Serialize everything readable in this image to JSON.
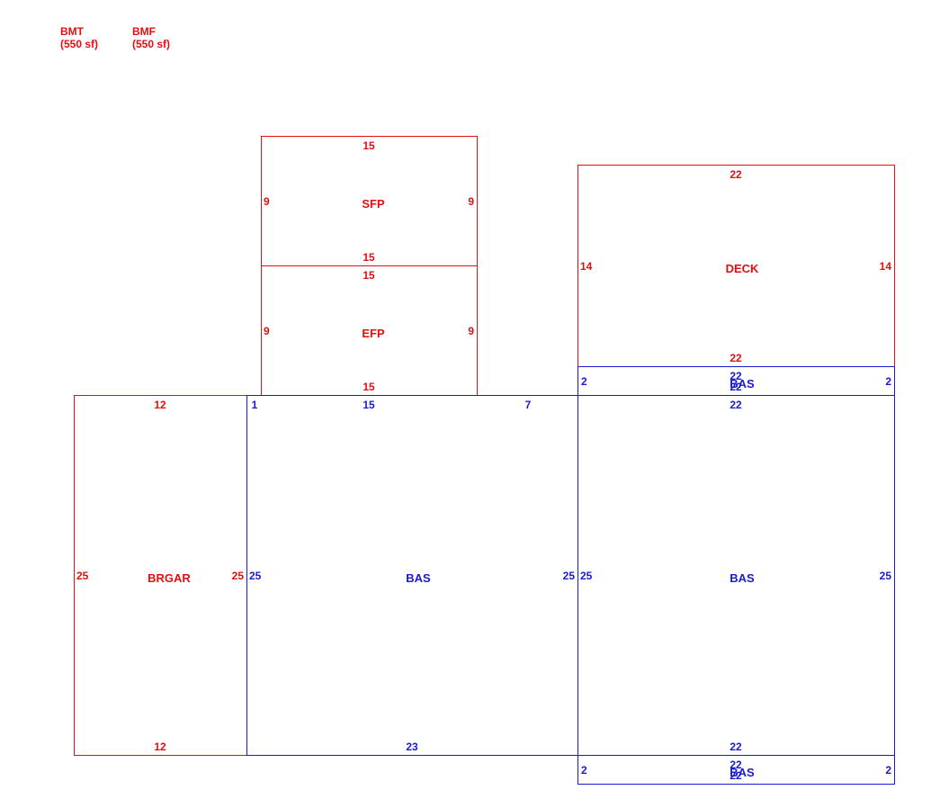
{
  "colors": {
    "red": "#e01010",
    "blue": "#1a1ad0"
  },
  "legend": [
    {
      "code": "BMT",
      "area": "(550 sf)",
      "color": "red"
    },
    {
      "code": "BMF",
      "area": "(550 sf)",
      "color": "red"
    }
  ],
  "areas": [
    {
      "id": "sfp",
      "label": "SFP",
      "color": "red",
      "dims": {
        "top": "15",
        "bottom": "15",
        "left": "9",
        "right": "9"
      }
    },
    {
      "id": "efp",
      "label": "EFP",
      "color": "red",
      "dims": {
        "top": "15",
        "bottom": "15",
        "left": "9",
        "right": "9"
      }
    },
    {
      "id": "deck",
      "label": "DECK",
      "color": "red",
      "dims": {
        "top": "22",
        "bottom": "22",
        "left": "14",
        "right": "14"
      }
    },
    {
      "id": "brgar",
      "label": "BRGAR",
      "color": "red",
      "dims": {
        "top": "12",
        "bottom": "12",
        "left": "25",
        "right": "25"
      }
    },
    {
      "id": "bas-main",
      "label": "BAS",
      "color": "blue",
      "dims": {
        "top": "15",
        "top_left": "1",
        "top_right": "7",
        "bottom": "23",
        "left": "25",
        "right": "25"
      }
    },
    {
      "id": "bas-right",
      "label": "BAS",
      "color": "blue",
      "dims": {
        "top": "22",
        "bottom": "22",
        "left": "25",
        "right": "25"
      }
    },
    {
      "id": "bas-strip-top",
      "label": "BAS",
      "color": "blue",
      "dims": {
        "top": "22",
        "bottom": "22",
        "left": "2",
        "right": "2"
      }
    },
    {
      "id": "bas-strip-bottom",
      "label": "BAS",
      "color": "blue",
      "dims": {
        "top": "22",
        "bottom": "22",
        "left": "2",
        "right": "2"
      }
    }
  ]
}
